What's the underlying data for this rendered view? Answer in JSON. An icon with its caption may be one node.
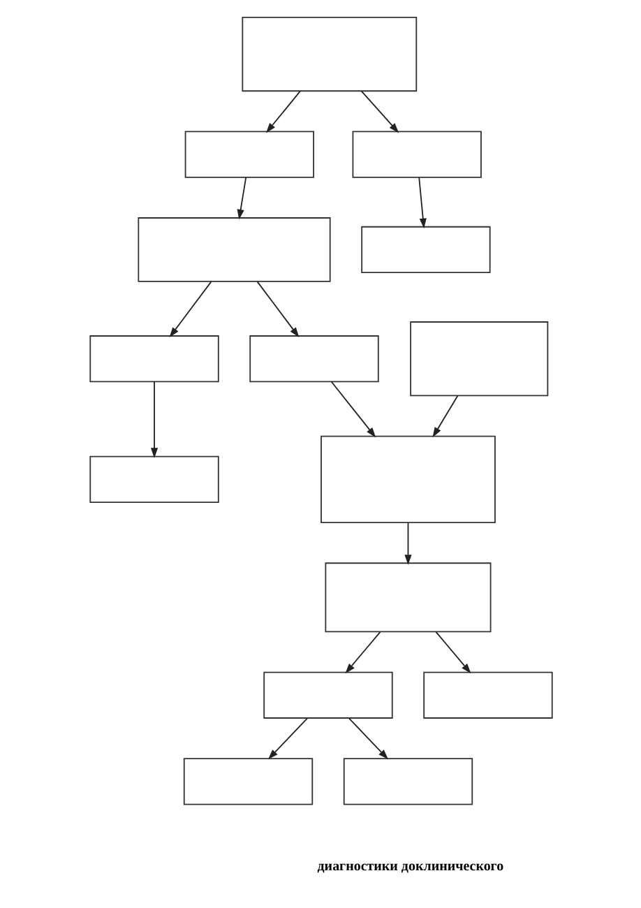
{
  "diagram": {
    "nodes": [
      {
        "text": [],
        "shape": "box"
      },
      {
        "text": [],
        "shape": "box"
      },
      {
        "text": [],
        "shape": "box"
      },
      {
        "text": [],
        "shape": "box"
      },
      {
        "text": [],
        "shape": "box"
      },
      {
        "text": [],
        "shape": "box"
      },
      {
        "text": [],
        "shape": "box"
      },
      {
        "text": [],
        "shape": "box"
      },
      {
        "text": [],
        "shape": "box"
      },
      {
        "text": [],
        "shape": "box"
      },
      {
        "text": [],
        "shape": "box"
      },
      {
        "text": [],
        "shape": "box"
      },
      {
        "text": [],
        "shape": "box"
      },
      {
        "text": [],
        "shape": "box"
      },
      {
        "text": [],
        "shape": "box"
      }
    ],
    "edges": [
      {
        "from": 0,
        "to": 1,
        "arrow": "to"
      },
      {
        "from": 0,
        "to": 2,
        "arrow": "to"
      },
      {
        "from": 2,
        "to": 4,
        "arrow": "to"
      },
      {
        "from": 1,
        "to": 3,
        "arrow": "to"
      },
      {
        "from": 3,
        "to": 5,
        "arrow": "to"
      },
      {
        "from": 3,
        "to": 6,
        "arrow": "to"
      },
      {
        "from": 5,
        "to": 7,
        "arrow": "to"
      },
      {
        "from": 6,
        "to": 8,
        "arrow": "to"
      },
      {
        "from": 9,
        "to": 8,
        "arrow": "to"
      },
      {
        "from": 8,
        "to": 10,
        "arrow": "to"
      },
      {
        "from": 10,
        "to": 11,
        "arrow": "to"
      },
      {
        "from": 10,
        "to": 12,
        "arrow": "to"
      },
      {
        "from": 11,
        "to": 13,
        "arrow": "to"
      },
      {
        "from": 11,
        "to": 14,
        "arrow": "to"
      }
    ],
    "labels": [
      "диагностики доклинического"
    ]
  }
}
